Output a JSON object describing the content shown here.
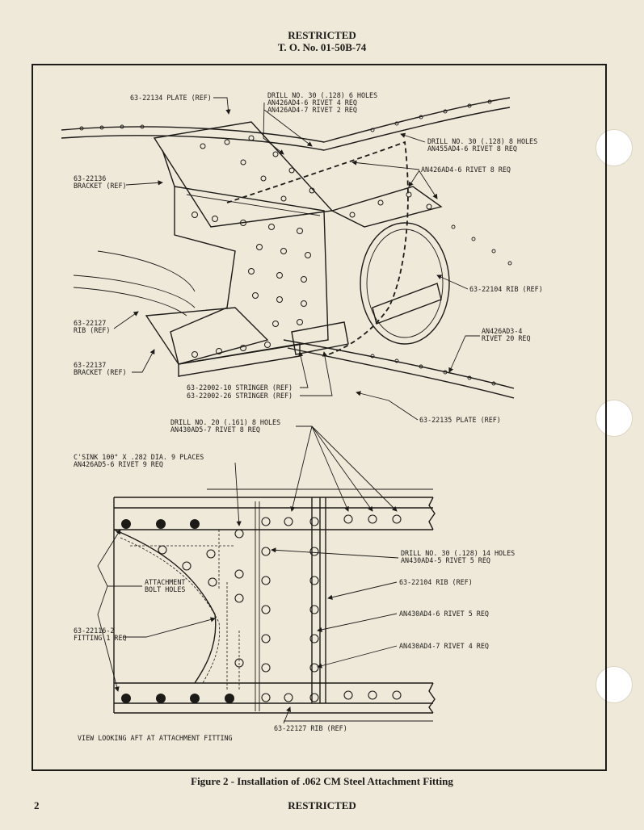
{
  "header": {
    "line1": "RESTRICTED",
    "line2": "T. O. No. 01-50B-74"
  },
  "callouts_upper": {
    "plate_22134": "63-22134 PLATE (REF)",
    "drill30_6_a": "DRILL NO. 30 (.128) 6 HOLES",
    "drill30_6_b": "AN426AD4-6 RIVET 4 REQ",
    "drill30_6_c": "AN426AD4-7 RIVET 2 REQ",
    "drill30_8_a": "DRILL NO. 30 (.128) 8 HOLES",
    "drill30_8_b": "AN455AD4-6 RIVET    8 REQ",
    "an426ad4_6_8": "AN426AD4-6 RIVET 8 REQ",
    "bracket_22136_a": "63-22136",
    "bracket_22136_b": "BRACKET (REF)",
    "rib_22127_a": "63-22127",
    "rib_22127_b": "RIB (REF)",
    "bracket_22137_a": "63-22137",
    "bracket_22137_b": "BRACKET (REF)",
    "rib_22104": "63-22104 RIB (REF)",
    "an426ad3_a": "AN426AD3-4",
    "an426ad3_b": "RIVET 20 REQ",
    "stringer_10": "63-22002-10 STRINGER (REF)",
    "stringer_26": "63-22002-26 STRINGER (REF)",
    "plate_22135": "63-22135 PLATE (REF)"
  },
  "callouts_lower": {
    "drill20_a": "DRILL NO. 20 (.161) 8 HOLES",
    "drill20_b": "AN430AD5-7 RIVET 8 REQ",
    "csink_a": "C'SINK 100° X .282 DIA. 9 PLACES",
    "csink_b": "AN426AD5-6 RIVET 9 REQ",
    "bolt_a": "ATTACHMENT",
    "bolt_b": "BOLT HOLES",
    "drill30_14_a": "DRILL NO. 30 (.128) 14 HOLES",
    "drill30_14_b": "AN430AD4-5 RIVET 5 REQ",
    "rib_22104": "63-22104 RIB (REF)",
    "an430ad4_6": "AN430AD4-6 RIVET 5 REQ",
    "fitting_a": "63-22116-2",
    "fitting_b": "FITTING 1 REQ",
    "an430ad4_7": "AN430AD4-7 RIVET 4 REQ",
    "rib_22127": "63-22127 RIB (REF)",
    "view_note": "VIEW LOOKING AFT AT ATTACHMENT FITTING"
  },
  "caption": "Figure 2 - Installation of .062 CM Steel Attachment Fitting",
  "page_number": "2",
  "footer": "RESTRICTED"
}
